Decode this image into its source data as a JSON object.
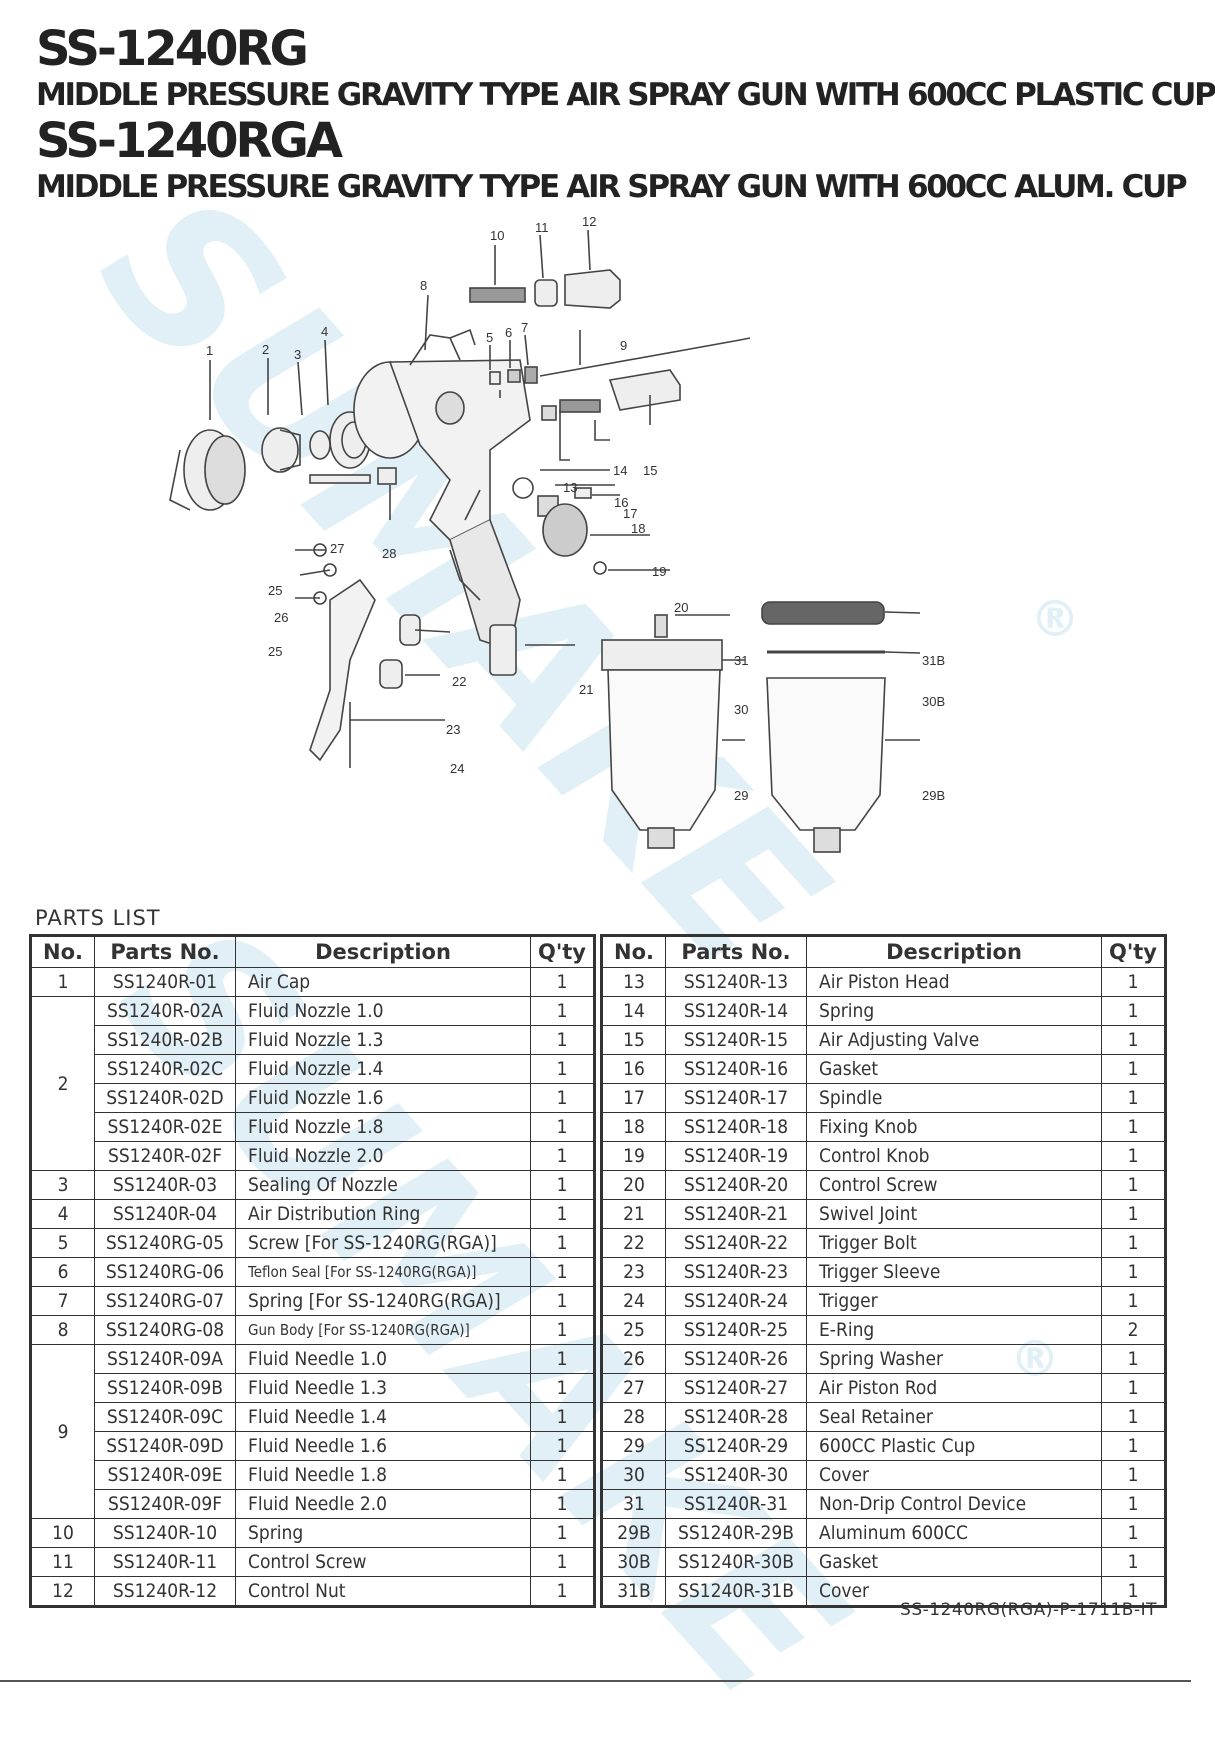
{
  "header": {
    "model_1": "SS-1240RG",
    "subtitle_1": "MIDDLE PRESSURE GRAVITY TYPE AIR SPRAY GUN WITH 600CC PLASTIC CUP",
    "model_2": "SS-1240RGA",
    "subtitle_2": "MIDDLE PRESSURE GRAVITY TYPE AIR SPRAY GUN WITH 600CC ALUM. CUP"
  },
  "watermark": {
    "brand": "SUMAKE",
    "mark": "®",
    "color": "#78b4dc"
  },
  "diagram": {
    "labels": [
      "1",
      "2",
      "3",
      "4",
      "5",
      "6",
      "7",
      "8",
      "9",
      "10",
      "11",
      "12",
      "13",
      "14",
      "15",
      "16",
      "17",
      "18",
      "19",
      "20",
      "21",
      "22",
      "23",
      "24",
      "25",
      "26",
      "25",
      "27",
      "28",
      "29",
      "30",
      "31",
      "29B",
      "30B",
      "31B"
    ]
  },
  "parts_list": {
    "heading": "PARTS LIST",
    "columns": [
      "No.",
      "Parts No.",
      "Description",
      "Q'ty"
    ],
    "left": [
      {
        "no": "1",
        "part": "SS1240R-01",
        "desc": "Air Cap",
        "qty": "1"
      },
      {
        "no": "2",
        "part": "SS1240R-02A",
        "desc": "Fluid Nozzle 1.0",
        "qty": "1"
      },
      {
        "no": "",
        "part": "SS1240R-02B",
        "desc": "Fluid Nozzle 1.3",
        "qty": "1"
      },
      {
        "no": "",
        "part": "SS1240R-02C",
        "desc": "Fluid Nozzle 1.4",
        "qty": "1"
      },
      {
        "no": "",
        "part": "SS1240R-02D",
        "desc": "Fluid Nozzle 1.6",
        "qty": "1"
      },
      {
        "no": "",
        "part": "SS1240R-02E",
        "desc": "Fluid Nozzle 1.8",
        "qty": "1"
      },
      {
        "no": "",
        "part": "SS1240R-02F",
        "desc": "Fluid Nozzle 2.0",
        "qty": "1"
      },
      {
        "no": "3",
        "part": "SS1240R-03",
        "desc": "Sealing Of Nozzle",
        "qty": "1"
      },
      {
        "no": "4",
        "part": "SS1240R-04",
        "desc": "Air Distribution Ring",
        "qty": "1"
      },
      {
        "no": "5",
        "part": "SS1240RG-05",
        "desc": "Screw [For SS-1240RG(RGA)]",
        "qty": "1"
      },
      {
        "no": "6",
        "part": "SS1240RG-06",
        "desc": "Teflon Seal  [For SS-1240RG(RGA)]",
        "qty": "1"
      },
      {
        "no": "7",
        "part": "SS1240RG-07",
        "desc": "Spring [For SS-1240RG(RGA)]",
        "qty": "1"
      },
      {
        "no": "8",
        "part": "SS1240RG-08",
        "desc": "Gun Body [For SS-1240RG(RGA)]",
        "qty": "1"
      },
      {
        "no": "9",
        "part": "SS1240R-09A",
        "desc": "Fluid Needle 1.0",
        "qty": "1"
      },
      {
        "no": "",
        "part": "SS1240R-09B",
        "desc": "Fluid Needle 1.3",
        "qty": "1"
      },
      {
        "no": "",
        "part": "SS1240R-09C",
        "desc": "Fluid Needle 1.4",
        "qty": "1"
      },
      {
        "no": "",
        "part": "SS1240R-09D",
        "desc": "Fluid Needle 1.6",
        "qty": "1"
      },
      {
        "no": "",
        "part": "SS1240R-09E",
        "desc": "Fluid Needle 1.8",
        "qty": "1"
      },
      {
        "no": "",
        "part": "SS1240R-09F",
        "desc": "Fluid Needle 2.0",
        "qty": "1"
      },
      {
        "no": "10",
        "part": "SS1240R-10",
        "desc": "Spring",
        "qty": "1"
      },
      {
        "no": "11",
        "part": "SS1240R-11",
        "desc": "Control Screw",
        "qty": "1"
      },
      {
        "no": "12",
        "part": "SS1240R-12",
        "desc": "Control Nut",
        "qty": "1"
      }
    ],
    "right": [
      {
        "no": "13",
        "part": "SS1240R-13",
        "desc": "Air Piston Head",
        "qty": "1"
      },
      {
        "no": "14",
        "part": "SS1240R-14",
        "desc": "Spring",
        "qty": "1"
      },
      {
        "no": "15",
        "part": "SS1240R-15",
        "desc": "Air Adjusting Valve",
        "qty": "1"
      },
      {
        "no": "16",
        "part": "SS1240R-16",
        "desc": "Gasket",
        "qty": "1"
      },
      {
        "no": "17",
        "part": "SS1240R-17",
        "desc": "Spindle",
        "qty": "1"
      },
      {
        "no": "18",
        "part": "SS1240R-18",
        "desc": "Fixing Knob",
        "qty": "1"
      },
      {
        "no": "19",
        "part": "SS1240R-19",
        "desc": "Control Knob",
        "qty": "1"
      },
      {
        "no": "20",
        "part": "SS1240R-20",
        "desc": "Control Screw",
        "qty": "1"
      },
      {
        "no": "21",
        "part": "SS1240R-21",
        "desc": "Swivel Joint",
        "qty": "1"
      },
      {
        "no": "22",
        "part": "SS1240R-22",
        "desc": "Trigger Bolt",
        "qty": "1"
      },
      {
        "no": "23",
        "part": "SS1240R-23",
        "desc": "Trigger Sleeve",
        "qty": "1"
      },
      {
        "no": "24",
        "part": "SS1240R-24",
        "desc": "Trigger",
        "qty": "1"
      },
      {
        "no": "25",
        "part": "SS1240R-25",
        "desc": "E-Ring",
        "qty": "2"
      },
      {
        "no": "26",
        "part": "SS1240R-26",
        "desc": "Spring Washer",
        "qty": "1"
      },
      {
        "no": "27",
        "part": "SS1240R-27",
        "desc": "Air Piston Rod",
        "qty": "1"
      },
      {
        "no": "28",
        "part": "SS1240R-28",
        "desc": "Seal Retainer",
        "qty": "1"
      },
      {
        "no": "29",
        "part": "SS1240R-29",
        "desc": "600CC Plastic Cup",
        "qty": "1"
      },
      {
        "no": "30",
        "part": "SS1240R-30",
        "desc": "Cover",
        "qty": "1"
      },
      {
        "no": "31",
        "part": "SS1240R-31",
        "desc": "Non-Drip Control Device",
        "qty": "1"
      },
      {
        "no": "29B",
        "part": "SS1240R-29B",
        "desc": "Aluminum 600CC",
        "qty": "1"
      },
      {
        "no": "30B",
        "part": "SS1240R-30B",
        "desc": "Gasket",
        "qty": "1"
      },
      {
        "no": "31B",
        "part": "SS1240R-31B",
        "desc": "Cover",
        "qty": "1"
      }
    ]
  },
  "footer": {
    "doc_code": "SS-1240RG(RGA)-P-1711B-IT"
  }
}
